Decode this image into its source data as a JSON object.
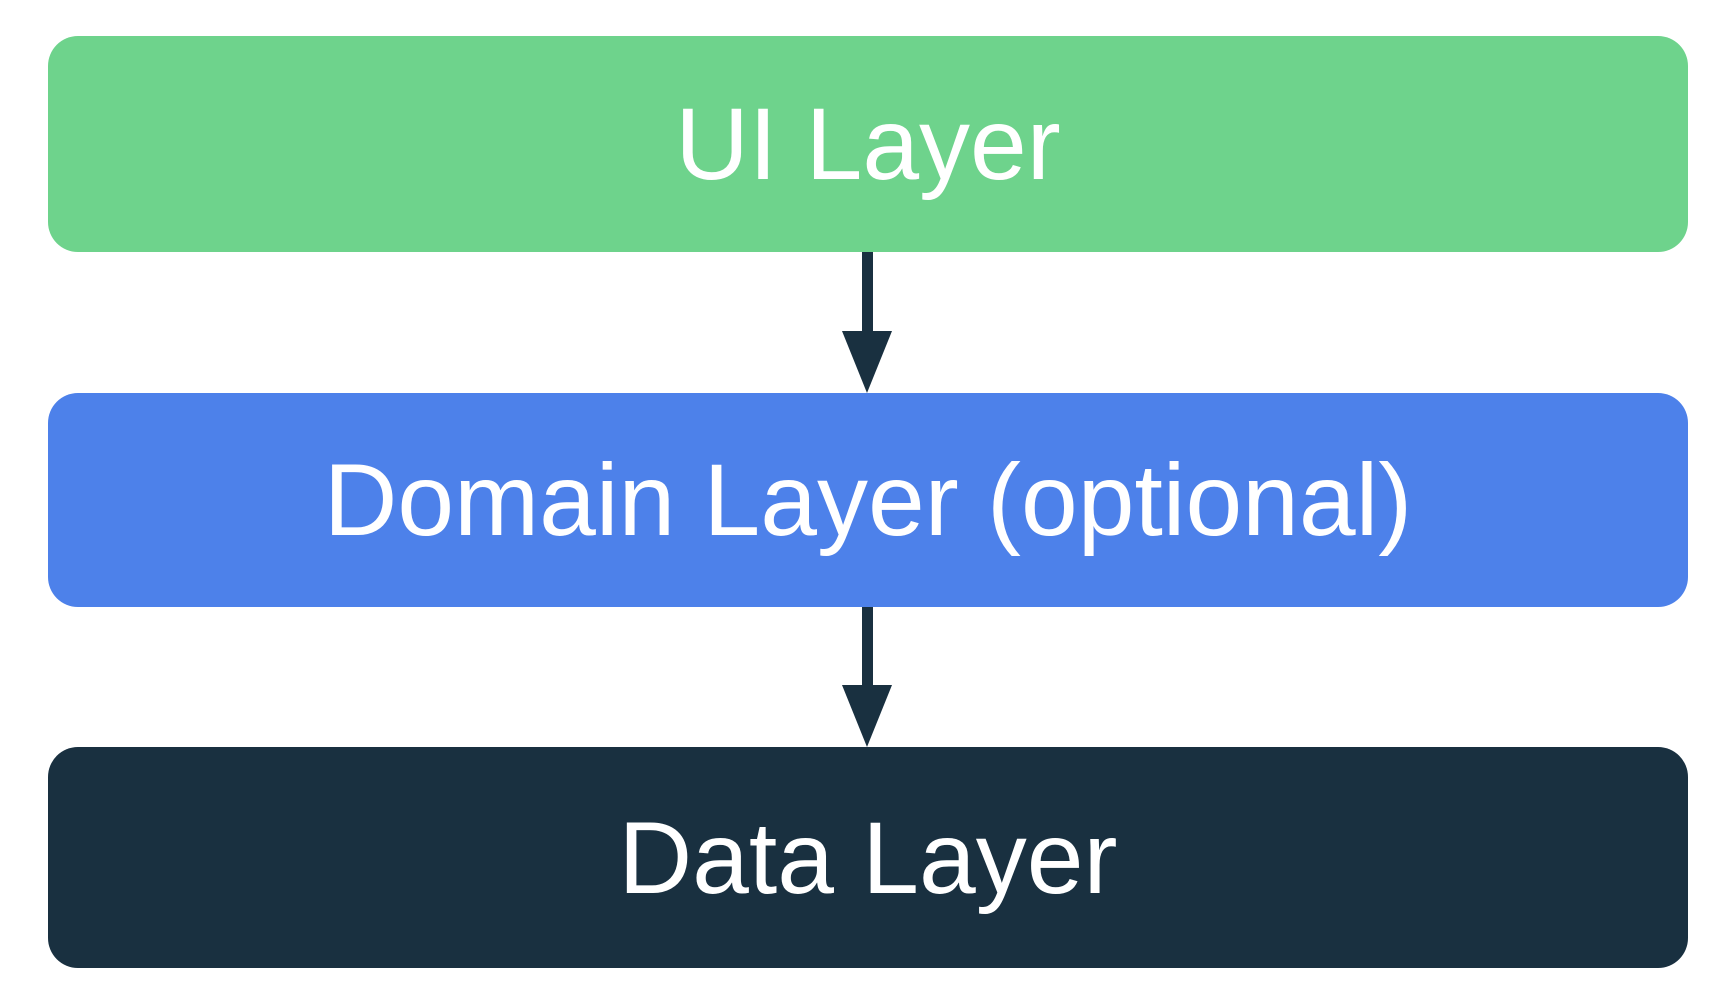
{
  "diagram": {
    "background": "#FFFFFF",
    "text_color": "#FFFFFF",
    "arrow_color": "#193040",
    "layers": [
      {
        "id": "ui-layer",
        "label": "UI Layer",
        "color": "#6ED38C"
      },
      {
        "id": "domain-layer",
        "label": "Domain Layer (optional)",
        "color": "#4D81EA"
      },
      {
        "id": "data-layer",
        "label": "Data Layer",
        "color": "#193040"
      }
    ],
    "arrows": [
      {
        "from": "ui-layer",
        "to": "domain-layer"
      },
      {
        "from": "domain-layer",
        "to": "data-layer"
      }
    ]
  }
}
